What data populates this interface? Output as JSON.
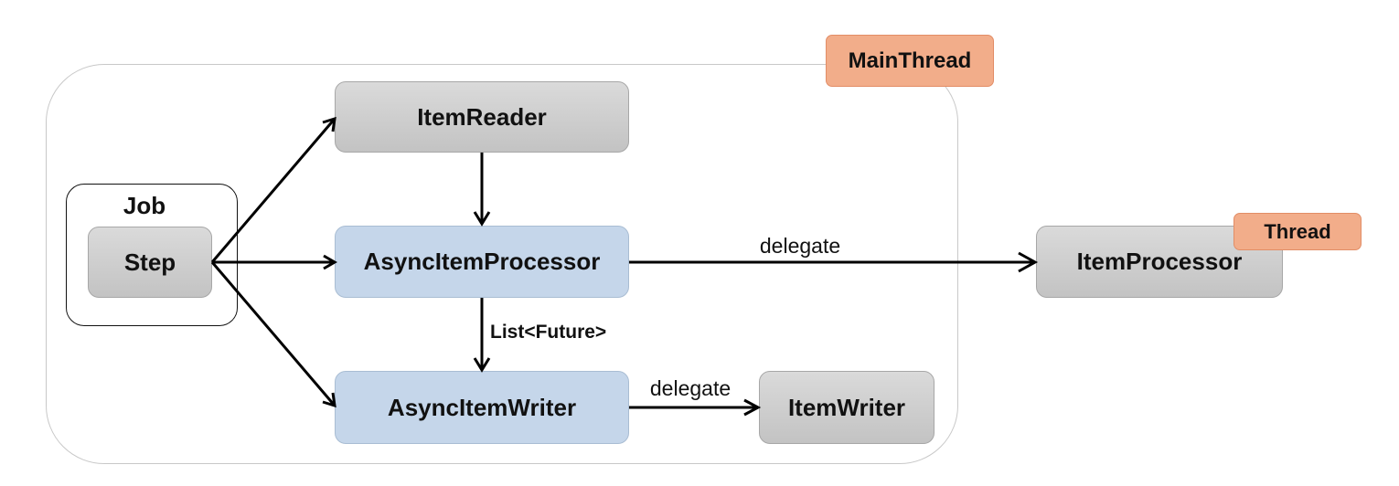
{
  "diagram": {
    "tags": {
      "main_thread": "MainThread",
      "thread": "Thread"
    },
    "job": {
      "label": "Job",
      "step": "Step"
    },
    "nodes": {
      "item_reader": "ItemReader",
      "async_item_processor": "AsyncItemProcessor",
      "async_item_writer": "AsyncItemWriter",
      "item_writer": "ItemWriter",
      "item_processor": "ItemProcessor"
    },
    "edge_labels": {
      "processor_delegate": "delegate",
      "writer_delegate": "delegate",
      "future_list": "List<Future>"
    },
    "colors": {
      "gray_node": "#cfcfcf",
      "async_node": "#c5d6ea",
      "thread_tag": "#f2ad8a",
      "arrow": "#000000"
    }
  }
}
